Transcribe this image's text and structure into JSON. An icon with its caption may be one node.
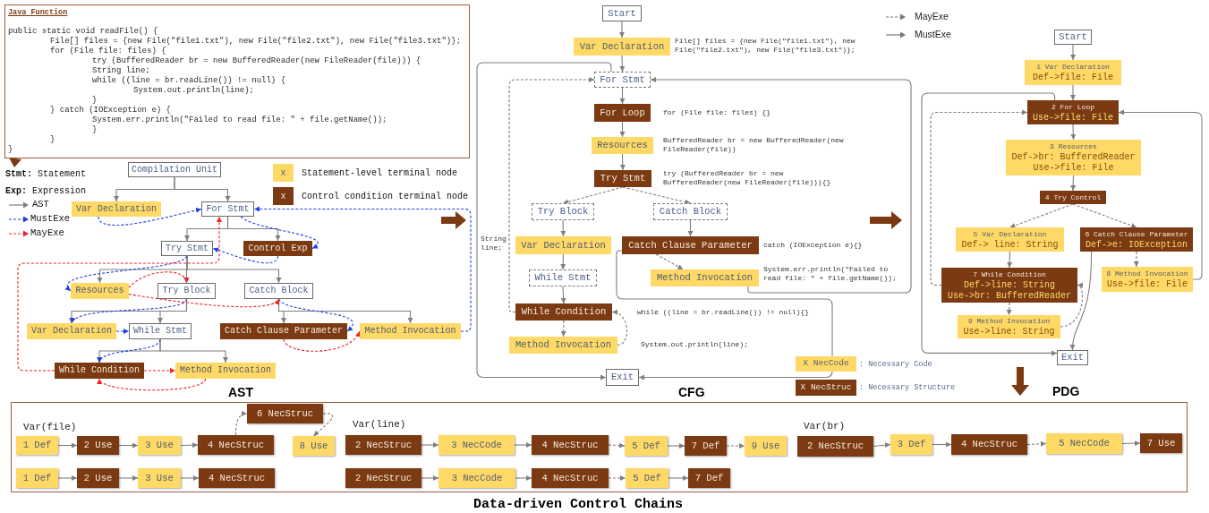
{
  "diagram": {
    "nodes": [
      {
        "text": [
          "Java Function",
          "public static void readFile() {",
          "File[] files = {new File(\"file1.txt\"), new File(\"file2.txt\"), new File(\"file3.txt\")};",
          "for (File file: files) {",
          "try (BufferedReader br = new BufferedReader(new FileReader(file))) {",
          "String line;",
          "while ((line = br.readLine()) != null) {",
          "System.out.println(line);",
          "}",
          "} catch (IOException e) {",
          "System.err.println(\"Failed to read file: \" + file.getName());",
          "}",
          "}",
          "}"
        ]
      },
      {
        "text": [
          "Compilation Unit"
        ]
      },
      {
        "text": [
          "Var Declaration"
        ]
      },
      {
        "text": [
          "For Stmt"
        ]
      },
      {
        "text": [
          "Try Stmt"
        ]
      },
      {
        "text": [
          "Control Exp"
        ]
      },
      {
        "text": [
          "Resources"
        ]
      },
      {
        "text": [
          "Try Block"
        ]
      },
      {
        "text": [
          "Catch Block"
        ]
      },
      {
        "text": [
          "Var Declaration"
        ]
      },
      {
        "text": [
          "While Stmt"
        ]
      },
      {
        "text": [
          "Catch Clause Parameter"
        ]
      },
      {
        "text": [
          "Method Invocation"
        ]
      },
      {
        "text": [
          "While Condition"
        ]
      },
      {
        "text": [
          "Method Invocation"
        ]
      },
      {
        "text": [
          "Start"
        ]
      },
      {
        "text": [
          "Var Declaration"
        ],
        "beside": [
          "File[] files = {new File(\"file1.txt\"), new File(\"file2.txt\"), new File(\"file3.txt\")};"
        ]
      },
      {
        "text": [
          "For Stmt"
        ]
      },
      {
        "text": [
          "For Loop"
        ],
        "beside": [
          "for (File file: files) {}"
        ]
      },
      {
        "text": [
          "Resources"
        ],
        "beside": [
          "BufferedReader br = new BufferedReader(new FileReader(file))"
        ]
      },
      {
        "text": [
          "Try Stmt"
        ],
        "beside": [
          "try (BufferedReader br = new BufferedReader(new FileReader(file))){}"
        ]
      },
      {
        "text": [
          "Try Block"
        ]
      },
      {
        "text": [
          "Catch Block"
        ]
      },
      {
        "text": [
          "Var Declaration"
        ],
        "beside": [
          "String line;"
        ]
      },
      {
        "text": [
          "Catch Clause Parameter"
        ],
        "beside": [
          "catch (IOException e){}"
        ]
      },
      {
        "text": [
          "While Stmt"
        ]
      },
      {
        "text": [
          "Method Invocation"
        ],
        "beside": [
          "System.err.println(\"Failed to read file: \" + file.getName());"
        ]
      },
      {
        "text": [
          "While Condition"
        ],
        "beside": [
          "while ((line = br.readLine()) != null){}"
        ]
      },
      {
        "text": [
          "Method Invocation"
        ],
        "beside": [
          "System.out.println(line);"
        ]
      },
      {
        "text": [
          "Exit"
        ]
      },
      {
        "text": [
          "Start"
        ]
      },
      {
        "text": [
          "1 Var Declaration",
          "Def->file: File"
        ]
      },
      {
        "text": [
          "2 For Loop",
          "Use->file: File"
        ]
      },
      {
        "text": [
          "3 Resources",
          "Def->br: BufferedReader",
          "Use->file: File"
        ]
      },
      {
        "text": [
          "4 Try Control"
        ]
      },
      {
        "text": [
          "5 Var Declaration",
          "Def-> line: String"
        ]
      },
      {
        "text": [
          "6 Catch Clause Parameter",
          "Def->e: IOException"
        ]
      },
      {
        "text": [
          "7 While Condition",
          "Def->line: String",
          "Use->br: BufferedReader"
        ]
      },
      {
        "text": [
          "8 Method Invocation",
          "Use->file: File"
        ]
      },
      {
        "text": [
          "9 Method Invocation",
          "Use->line: String"
        ]
      },
      {
        "text": [
          "Exit"
        ]
      },
      {
        "text": [
          "Data-driven Control Chains"
        ]
      },
      {
        "text": [
          "1 Def"
        ],
        "in": 41
      },
      {
        "text": [
          "2 Use"
        ],
        "in": 41
      },
      {
        "text": [
          "3 Use"
        ],
        "in": 41
      },
      {
        "text": [
          "4 NecStruc"
        ],
        "in": 41
      },
      {
        "text": [
          "6 NecStruc"
        ],
        "in": 41
      },
      {
        "text": [
          "8 Use"
        ],
        "in": 41
      },
      {
        "text": [
          "2 NecStruc"
        ],
        "in": 41
      },
      {
        "text": [
          "3 NecCode"
        ],
        "in": 41
      },
      {
        "text": [
          "4 NecStruc"
        ],
        "in": 41
      },
      {
        "text": [
          "5 Def"
        ],
        "in": 41
      },
      {
        "text": [
          "7 Def"
        ],
        "in": 41
      },
      {
        "text": [
          "9 Use"
        ],
        "in": 41
      },
      {
        "text": [
          "2 NecStruc"
        ],
        "in": 41
      },
      {
        "text": [
          "3 Def"
        ],
        "in": 41
      },
      {
        "text": [
          "4 NecStruc"
        ],
        "in": 41
      },
      {
        "text": [
          "5 NecCode"
        ],
        "in": 41
      },
      {
        "text": [
          "7 Use"
        ],
        "in": 41
      },
      {
        "text": [
          "1 Def"
        ],
        "in": 41
      },
      {
        "text": [
          "2 Use"
        ],
        "in": 41
      },
      {
        "text": [
          "3 Use"
        ],
        "in": 41
      },
      {
        "text": [
          "4 NecStruc"
        ],
        "in": 41
      },
      {
        "text": [
          "2 NecStruc"
        ],
        "in": 41
      },
      {
        "text": [
          "3 NecCode"
        ],
        "in": 41
      },
      {
        "text": [
          "4 NecStruc"
        ],
        "in": 41
      },
      {
        "text": [
          "5 Def"
        ],
        "in": 41
      },
      {
        "text": [
          "7 Def"
        ],
        "in": 41
      }
    ],
    "edges": [
      {
        "from": 1,
        "to": 2,
        "arrow": "to"
      },
      {
        "from": 1,
        "to": 3,
        "arrow": "to"
      },
      {
        "from": 3,
        "to": 4,
        "arrow": "to"
      },
      {
        "from": 3,
        "to": 5,
        "arrow": "to"
      },
      {
        "from": 4,
        "to": 6,
        "arrow": "to"
      },
      {
        "from": 4,
        "to": 7,
        "arrow": "to"
      },
      {
        "from": 4,
        "to": 8,
        "arrow": "to"
      },
      {
        "from": 7,
        "to": 9,
        "arrow": "to"
      },
      {
        "from": 7,
        "to": 10,
        "arrow": "to"
      },
      {
        "from": 10,
        "to": 13,
        "arrow": "to"
      },
      {
        "from": 10,
        "to": 14,
        "arrow": "to"
      },
      {
        "from": 8,
        "to": 11,
        "arrow": "to"
      },
      {
        "from": 8,
        "to": 12,
        "arrow": "to"
      },
      {
        "from": 2,
        "to": 3,
        "arrow": "to",
        "style": "dashed",
        "color": "#1f3fe8"
      },
      {
        "from": 3,
        "to": 5,
        "arrow": "to",
        "style": "dashed",
        "color": "#1f3fe8"
      },
      {
        "from": 5,
        "to": 4,
        "arrow": "to",
        "style": "dashed",
        "color": "#1f3fe8"
      },
      {
        "from": 4,
        "to": 6,
        "arrow": "to",
        "style": "dashed",
        "color": "#1f3fe8"
      },
      {
        "from": 7,
        "to": 9,
        "arrow": "to",
        "style": "dashed",
        "color": "#1f3fe8"
      },
      {
        "from": 9,
        "to": 10,
        "arrow": "to",
        "style": "dashed",
        "color": "#1f3fe8"
      },
      {
        "from": 10,
        "to": 13,
        "arrow": "to",
        "style": "dashed",
        "color": "#1f3fe8"
      },
      {
        "from": 8,
        "to": 11,
        "arrow": "to",
        "style": "dashed",
        "color": "#1f3fe8"
      },
      {
        "from": 12,
        "to": 3,
        "arrow": "to",
        "style": "dashed",
        "color": "#1f3fe8"
      },
      {
        "from": 6,
        "to": 7,
        "arrow": "to",
        "style": "dashed",
        "color": "#ee2222"
      },
      {
        "from": 6,
        "to": 8,
        "arrow": "to",
        "style": "dashed",
        "color": "#ee2222"
      },
      {
        "from": 11,
        "to": 12,
        "arrow": "to",
        "style": "dashed",
        "color": "#ee2222"
      },
      {
        "from": 13,
        "to": 14,
        "arrow": "to",
        "style": "dashed",
        "color": "#ee2222"
      },
      {
        "from": 14,
        "to": 13,
        "arrow": "to",
        "style": "dashed",
        "color": "#ee2222"
      },
      {
        "from": 13,
        "to": 3,
        "arrow": "to",
        "style": "dashed",
        "color": "#ee2222"
      },
      {
        "from": 15,
        "to": 16,
        "arrow": "to"
      },
      {
        "from": 16,
        "to": 17,
        "arrow": "to"
      },
      {
        "from": 17,
        "to": 18,
        "arrow": "to"
      },
      {
        "from": 18,
        "to": 19,
        "arrow": "to"
      },
      {
        "from": 19,
        "to": 20,
        "arrow": "to"
      },
      {
        "from": 20,
        "to": 21,
        "arrow": "to",
        "style": "dashed"
      },
      {
        "from": 20,
        "to": 22,
        "arrow": "to",
        "style": "dashed"
      },
      {
        "from": 21,
        "to": 23,
        "arrow": "to"
      },
      {
        "from": 23,
        "to": 25,
        "arrow": "to"
      },
      {
        "from": 25,
        "to": 27,
        "arrow": "to"
      },
      {
        "from": 27,
        "to": 28,
        "arrow": "to",
        "style": "dashed"
      },
      {
        "from": 28,
        "to": 27,
        "arrow": "to",
        "style": "dashed"
      },
      {
        "from": 22,
        "to": 24,
        "arrow": "to"
      },
      {
        "from": 24,
        "to": 26,
        "arrow": "to",
        "style": "dashed"
      },
      {
        "from": 26,
        "to": 17,
        "arrow": "to"
      },
      {
        "from": 27,
        "to": 17,
        "arrow": "to",
        "style": "dashed"
      },
      {
        "from": 17,
        "to": 29,
        "arrow": "to"
      },
      {
        "from": 24,
        "to": 29,
        "arrow": "to"
      },
      {
        "from": 30,
        "to": 31,
        "arrow": "to"
      },
      {
        "from": 31,
        "to": 32,
        "arrow": "to"
      },
      {
        "from": 32,
        "to": 33,
        "arrow": "to"
      },
      {
        "from": 33,
        "to": 34,
        "arrow": "to"
      },
      {
        "from": 34,
        "to": 35,
        "arrow": "to",
        "style": "dashed"
      },
      {
        "from": 34,
        "to": 36,
        "arrow": "to",
        "style": "dashed"
      },
      {
        "from": 35,
        "to": 37,
        "arrow": "to"
      },
      {
        "from": 37,
        "to": 39,
        "arrow": "to",
        "style": "dashed"
      },
      {
        "from": 39,
        "to": 37,
        "arrow": "to",
        "style": "dashed"
      },
      {
        "from": 36,
        "to": 38,
        "arrow": "to",
        "style": "dashed"
      },
      {
        "from": 38,
        "to": 32,
        "arrow": "to"
      },
      {
        "from": 37,
        "to": 32,
        "arrow": "to",
        "style": "dashed"
      },
      {
        "from": 32,
        "to": 40,
        "arrow": "to"
      },
      {
        "from": 36,
        "to": 40,
        "arrow": "to"
      },
      {
        "from": 42,
        "to": 43,
        "arrow": "to"
      },
      {
        "from": 43,
        "to": 44,
        "arrow": "to"
      },
      {
        "from": 44,
        "to": 45,
        "arrow": "to"
      },
      {
        "from": 45,
        "to": 46,
        "arrow": "to",
        "style": "dashed"
      },
      {
        "from": 46,
        "to": 47,
        "arrow": "to",
        "style": "dashed"
      },
      {
        "from": 48,
        "to": 49,
        "arrow": "to"
      },
      {
        "from": 49,
        "to": 50,
        "arrow": "to"
      },
      {
        "from": 50,
        "to": 51,
        "arrow": "to",
        "style": "dashed"
      },
      {
        "from": 51,
        "to": 52,
        "arrow": "to"
      },
      {
        "from": 52,
        "to": 53,
        "arrow": "to",
        "style": "dashed"
      },
      {
        "from": 54,
        "to": 55,
        "arrow": "to"
      },
      {
        "from": 55,
        "to": 56,
        "arrow": "to"
      },
      {
        "from": 56,
        "to": 57,
        "arrow": "to",
        "style": "dashed"
      },
      {
        "from": 57,
        "to": 58,
        "arrow": "to"
      },
      {
        "from": 59,
        "to": 60,
        "arrow": "to"
      },
      {
        "from": 60,
        "to": 61,
        "arrow": "to"
      },
      {
        "from": 61,
        "to": 62,
        "arrow": "to"
      },
      {
        "from": 63,
        "to": 64,
        "arrow": "to"
      },
      {
        "from": 64,
        "to": 65,
        "arrow": "to"
      },
      {
        "from": 65,
        "to": 66,
        "arrow": "to",
        "style": "dashed"
      },
      {
        "from": 66,
        "to": 67,
        "arrow": "to"
      }
    ],
    "labels": [
      "**Stmt:** Statement",
      "**Exp:** Expression",
      "x",
      "x",
      "AST",
      "CFG",
      "X NecCode",
      "X NecStruc",
      "PDG",
      "Var(file)",
      "Var(line)",
      "Var(br)"
    ],
    "legend": [
      {
        "text": "AST"
      },
      {
        "text": "MustExe"
      },
      {
        "text": "MayExe"
      },
      {
        "text": "Statement-level terminal node",
        "color": "#ffd966"
      },
      {
        "text": "Control condition terminal node",
        "color": "#7b3a12"
      },
      {
        "text": "MayExe"
      },
      {
        "text": "MustExe"
      },
      {
        "text": ": Necessary Code",
        "color": "#ffd966"
      },
      {
        "text": ": Necessary Structure",
        "color": "#7b3a12"
      }
    ]
  }
}
